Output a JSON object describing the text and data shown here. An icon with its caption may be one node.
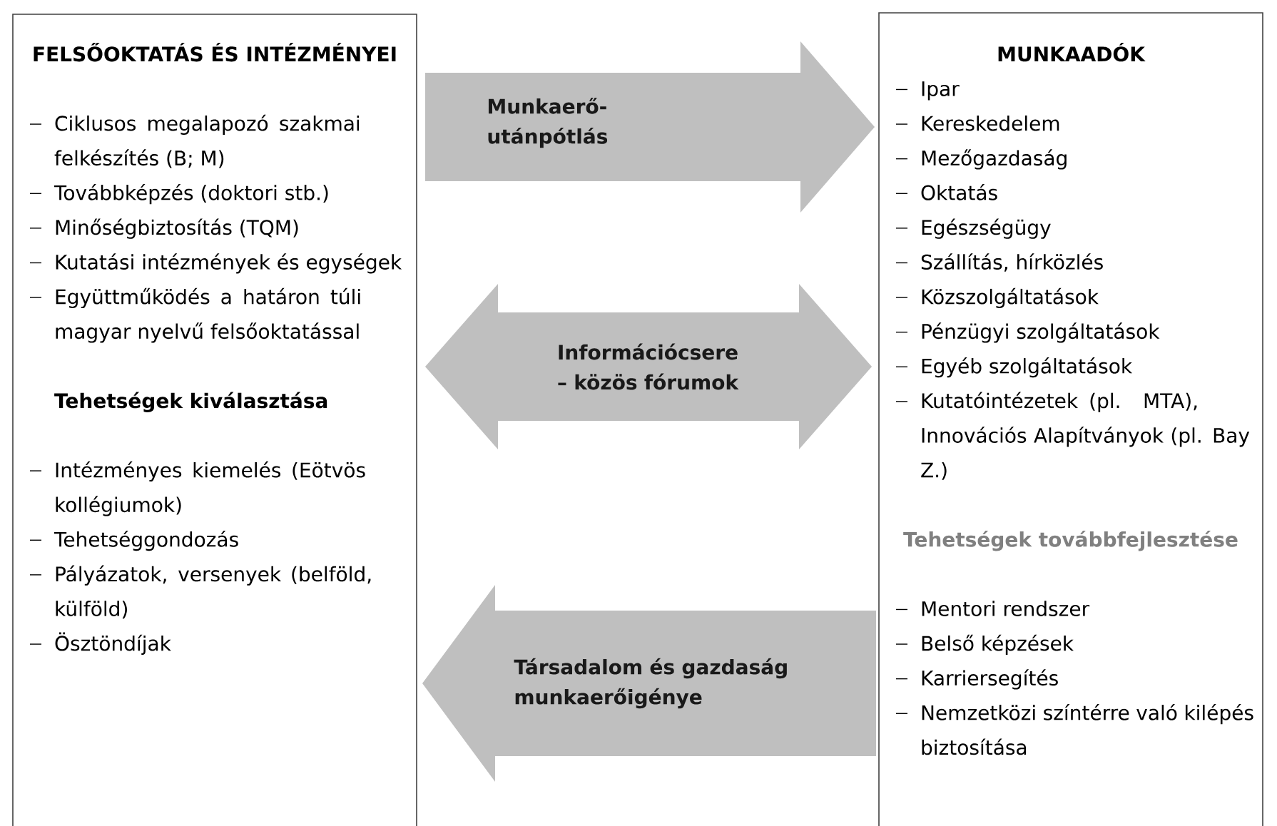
{
  "diagram": {
    "nodes": [
      {
        "text": [
          "FELSŐOKTATÁS ÉS INTÉZMÉNYEI",
          "Ciklusos megalapozó szakmai felkészítés (B; M)",
          "Továbbképzés (doktori stb.)",
          "Minőségbiztosítás (TQM)",
          "Kutatási intézmények és egységek",
          "Együttműködés a határon túli magyar nyelvű felsőoktatással",
          "Tehetségek kiválasztása",
          "Intézményes kiemelés (Eötvös kollégiumok)",
          "Tehetséggondozás",
          "Pályázatok, versenyek (belföld, külföld)",
          "Ösztöndíjak"
        ]
      },
      {
        "text": [
          "MUNKAADÓK",
          "Ipar",
          "Kereskedelem",
          "Mezőgazdaság",
          "Oktatás",
          "Egészségügy",
          "Szállítás, hírközlés",
          "Közszolgáltatások",
          "Pénzügyi szolgáltatások",
          "Egyéb szolgáltatások",
          "Kutatóintézetek (pl. MTA), Innovációs Alapítványok (pl. Bay Z.)",
          "Tehetségek továbbfejlesztése",
          "Mentori rendszer",
          "Belső képzések",
          "Karriersegítés",
          "Nemzetközi színtérre való kilépés biztosítása"
        ]
      }
    ],
    "edges": [
      {
        "from": 0,
        "to": 1,
        "arrow": "to",
        "label": "Munkaerő-utánpótlás"
      },
      {
        "from": 0,
        "to": 1,
        "arrow": "both",
        "label": "Információcsere – közös fórumok"
      },
      {
        "from": 1,
        "to": 0,
        "arrow": "to",
        "label": "Társadalom és gazdaság munkaerőigénye"
      }
    ]
  }
}
